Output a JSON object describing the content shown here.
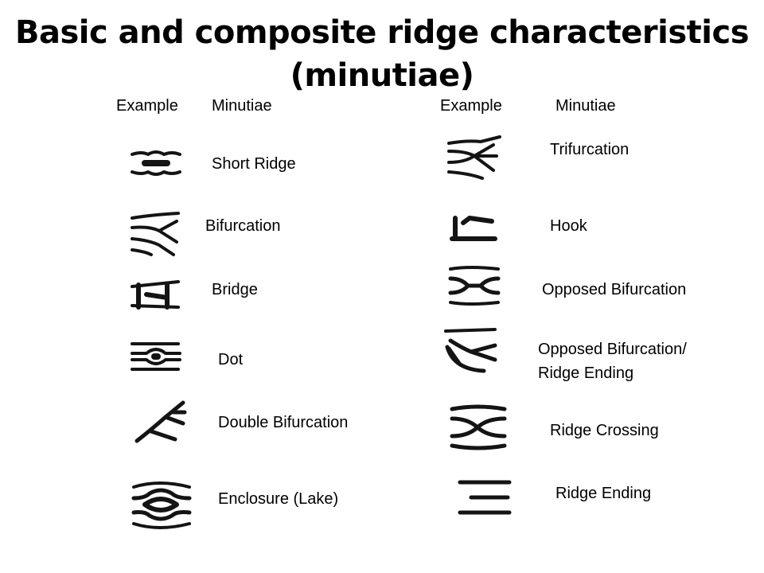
{
  "slide": {
    "title_line1": "Basic and composite ridge characteristics",
    "title_line2": "(minutiae)"
  },
  "headers": {
    "left_example": "Example",
    "left_minutiae": "Minutiae",
    "right_example": "Example",
    "right_minutiae": "Minutiae"
  },
  "left_items": [
    {
      "label": "Short Ridge",
      "icon": "short-ridge-icon"
    },
    {
      "label": "Bifurcation",
      "icon": "bifurcation-icon"
    },
    {
      "label": "Bridge",
      "icon": "bridge-icon"
    },
    {
      "label": "Dot",
      "icon": "dot-icon"
    },
    {
      "label": "Double Bifurcation",
      "icon": "double-bifurcation-icon"
    },
    {
      "label": "Enclosure (Lake)",
      "icon": "enclosure-lake-icon"
    }
  ],
  "right_items": [
    {
      "label": "Trifurcation",
      "icon": "trifurcation-icon"
    },
    {
      "label": "Hook",
      "icon": "hook-icon"
    },
    {
      "label": "Opposed Bifurcation",
      "icon": "opposed-bifurcation-icon"
    },
    {
      "label_line1": "Opposed Bifurcation/",
      "label_line2": "Ridge Ending",
      "icon": "opposed-bifurcation-ridge-ending-icon"
    },
    {
      "label": "Ridge Crossing",
      "icon": "ridge-crossing-icon"
    },
    {
      "label": "Ridge Ending",
      "icon": "ridge-ending-icon"
    }
  ]
}
